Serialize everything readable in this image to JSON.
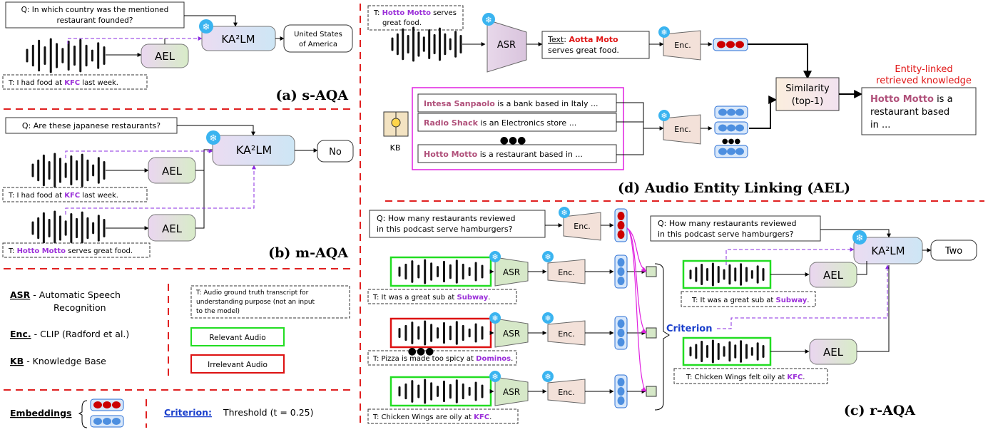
{
  "saqa": {
    "question": [
      "Q: In which country was the mentioned",
      "restaurant founded?"
    ],
    "model": "KA²LM",
    "ael": "AEL",
    "answer": [
      "United States",
      "of America"
    ],
    "transcript_prefix": "T: I had food at ",
    "transcript_entity": "KFC",
    "transcript_suffix": " last week.",
    "title": "(a) s-AQA"
  },
  "maqa": {
    "question": "Q: Are these japanese restaurants?",
    "model": "KA²LM",
    "ael": "AEL",
    "answer": "No",
    "t1_prefix": "T: I had food at ",
    "t1_entity": "KFC",
    "t1_suffix": " last week.",
    "t2_prefix": "T: ",
    "t2_entity": "Hotto Motto",
    "t2_suffix": " serves great food.",
    "title": "(b) m-AQA"
  },
  "legend": {
    "asr_abbr": "ASR",
    "asr_def": [
      "- Automatic Speech",
      "Recognition"
    ],
    "enc_abbr": "Enc.",
    "enc_def": "- CLIP (Radford et al.)",
    "kb_abbr": "KB",
    "kb_def": "- Knowledge Base",
    "t_note": [
      "T: Audio ground truth transcript for",
      "understanding purpose (not an input",
      "to the model)"
    ],
    "relevant": "Relevant Audio",
    "irrelevant": "Irrelevant Audio",
    "embeddings": "Embeddings",
    "criterion_label": "Criterion:",
    "criterion_value": "Threshold (t = 0.25)",
    "colors": {
      "relevant": "#22dd22",
      "irrelevant": "#dd1111",
      "criterion": "#1a3fcc"
    }
  },
  "ael_panel": {
    "transcript_prefix": "T: ",
    "transcript_entity": "Hotto Motto",
    "transcript_suffix": " serves",
    "transcript_line2": "great food.",
    "asr": "ASR",
    "text_label": "Text",
    "text_entity": "Aotta Moto",
    "text_line2": "serves great food.",
    "enc": "Enc.",
    "kb_entries": [
      {
        "entity": "Intesa Sanpaolo",
        "rest": " is a bank based in Italy ..."
      },
      {
        "entity": "Radio Shack",
        "rest": "  is an Electronics store ..."
      },
      {
        "entity": "Hotto Motto",
        "rest": " is a restaurant based in ..."
      }
    ],
    "dots": "●●●",
    "kb_label": "KB",
    "similarity": [
      "Similarity",
      "(top-1)"
    ],
    "retrieved_title": [
      "Entity-linked",
      "retrieved knowledge"
    ],
    "retrieved_entity": "Hotto Motto",
    "retrieved_rest": [
      " is a",
      "restaurant based",
      "in ..."
    ],
    "title": "(d) Audio Entity Linking (AEL)"
  },
  "raqa": {
    "question": [
      "Q: How many restaurants reviewed",
      "in this podcast serve hamburgers?"
    ],
    "enc": "Enc.",
    "asr": "ASR",
    "rows": [
      {
        "prefix": "T: It was a great sub at ",
        "entity": "Subway",
        "suffix": "."
      },
      {
        "prefix": "T: Pizza is made too spicy at ",
        "entity": "Dominos",
        "suffix": "."
      },
      {
        "prefix": "T: Chicken Wings are oily at ",
        "entity": "KFC",
        "suffix": "."
      }
    ],
    "dots": "●●●",
    "criterion": "Criterion",
    "model": "KA²LM",
    "answer": "Two",
    "ael": "AEL",
    "right_rows": [
      {
        "prefix": "T: It was a great sub at ",
        "entity": "Subway",
        "suffix": "."
      },
      {
        "prefix": "T: Chicken Wings felt oily at ",
        "entity": "KFC",
        "suffix": "."
      }
    ],
    "title": "(c) r-AQA"
  }
}
